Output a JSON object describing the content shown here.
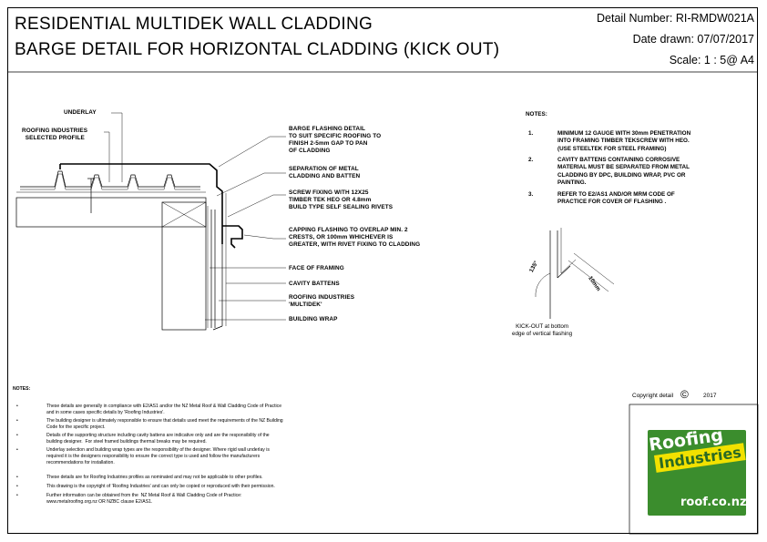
{
  "title": {
    "line1": "RESIDENTIAL MULTIDEK WALL CLADDING",
    "line2": "BARGE DETAIL FOR HORIZONTAL CLADDING (KICK OUT)"
  },
  "header": {
    "detail_number": "Detail Number:  RI-RMDW021A",
    "date_drawn": "Date drawn:  07/07/2017",
    "scale": "Scale:    1 : 5@ A4"
  },
  "labels": {
    "underlay": "UNDERLAY",
    "roofing_profile": "ROOFING INDUSTRIES\n  SELECTED PROFILE",
    "barge_flashing": "BARGE FLASHING DETAIL\nTO SUIT SPECIFIC ROOFING TO\nFINISH 2-5mm GAP TO PAN\nOF CLADDING",
    "separation": "SEPARATION OF METAL\nCLADDING AND BATTEN",
    "screw_fixing": "SCREW FIXING WITH 12X25\nTIMBER TEK HEO OR 4.8mm\nBUILD TYPE SELF SEALING RIVETS",
    "capping": "CAPPING FLASHING TO OVERLAP MIN. 2\nCRESTS, OR 100mm WHICHEVER IS\nGREATER, WITH RIVET FIXING TO CLADDING",
    "face_framing": "FACE OF FRAMING",
    "cavity_battens": "CAVITY BATTENS",
    "multidek": "ROOFING INDUSTRIES\n'MULTIDEK'",
    "building_wrap": "BUILDING WRAP"
  },
  "notes_right": {
    "heading": "NOTES:",
    "items": [
      {
        "num": "1.",
        "text": "MINIMUM 12 GAUGE WITH 30mm PENETRATION\nINTO FRAMING TIMBER TEKSCREW WITH HEO.\n(USE STEELTEK FOR STEEL FRAMING)"
      },
      {
        "num": "2.",
        "text": "CAVITY BATTENS CONTAINING CORROSIVE\nMATERIAL MUST BE SEPARATED FROM METAL\nCLADDING BY DPC, BUILDING WRAP, PVC OR\nPAINTING."
      },
      {
        "num": "3.",
        "text": "REFER TO E2/AS1 AND/OR MRM CODE OF\nPRACTICE FOR COVER OF FLASHING ."
      }
    ]
  },
  "kickout": {
    "angle": "135°",
    "dim": "10mm",
    "caption": "KICK-OUT at bottom\nedge of vertical flashing"
  },
  "notes_bottom": {
    "heading": "NOTES:",
    "bullets": [
      "These details are generally in compliance with E2/AS1 and/or the NZ Metal Roof & Wall Cladding Code of Practice\nand in some cases specific details by 'Roofing Industries'.",
      "The building designer is ultimately responsible to ensure that details used meet the requirements of the NZ Building\nCode for the specific project.",
      "Details of the supporting structure including cavity battens are indicative only and are the responsibility of the\nbuilding designer.  For steel framed buildings thermal breaks may be required.",
      "Underlay selection and building wrap types are the responsibility of the designer. Where rigid wall underlay is\nrequired it is the designers responsibility to ensure the correct type is used and follow the manufacturers\nrecommendations for installation.",
      "These details are for Roofing Industries profiles as nominated and may not be applicable to other profiles.",
      "This drawing is the copyright of 'Roofing Industries' and can only be copied or reproduced with their permission.",
      "Further information can be obtained from the  NZ Metal Roof & Wall Cladding Code of Practice:\nwww.metalroofing.org.nz OR NZBC clause E2/AS1."
    ]
  },
  "copyright": {
    "label": "Copyright detail",
    "symbol": "©",
    "year": "2017"
  },
  "logo": {
    "line1": "Roofing",
    "line2": "Industries",
    "url": "roof.co.nz",
    "green": "#3b8d2d",
    "yellow": "#f2e100"
  }
}
